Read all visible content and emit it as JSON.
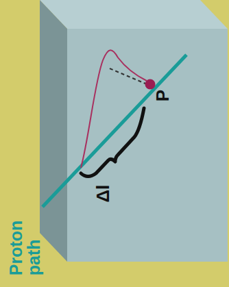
{
  "diagram": {
    "labels": [
      "Proton path",
      "P",
      "Δl"
    ]
  }
}
